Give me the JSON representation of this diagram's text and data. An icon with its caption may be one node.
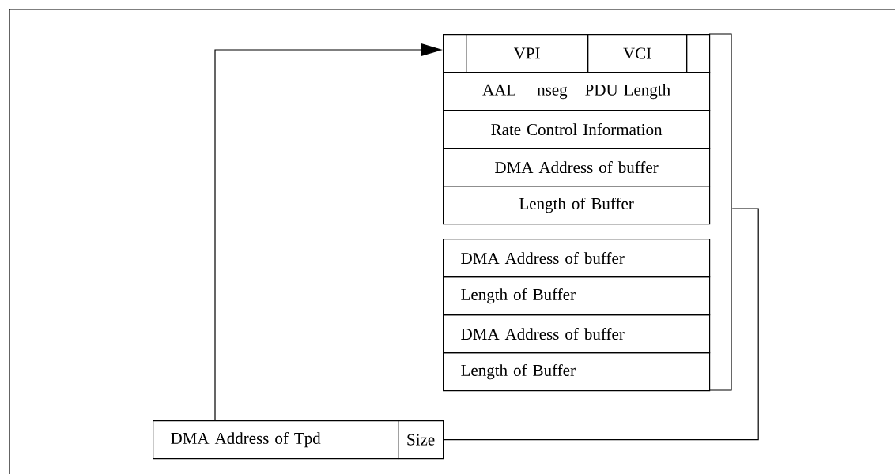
{
  "diagram": {
    "nodes": [
      {
        "text": [],
        "shape": "box"
      },
      {
        "text": [
          "VPI"
        ]
      },
      {
        "text": [
          "VCI"
        ]
      },
      {
        "text": [],
        "shape": "box"
      },
      {
        "text": [
          "AAL",
          "nseg",
          "PDU Length"
        ]
      },
      {
        "text": [
          "Rate Control Information"
        ]
      },
      {
        "text": [
          "DMA Address of buffer"
        ]
      },
      {
        "text": [
          "Length of Buffer"
        ]
      },
      {
        "text": [
          "DMA Address of buffer"
        ]
      },
      {
        "text": [
          "Length of Buffer"
        ]
      },
      {
        "text": [
          "DMA Address of buffer"
        ]
      },
      {
        "text": [
          "Length of Buffer"
        ]
      },
      {
        "text": [],
        "shape": "bar"
      },
      {
        "text": [
          "DMA Address of Tpd"
        ]
      },
      {
        "text": [
          "Size"
        ]
      }
    ],
    "edges": [
      {
        "from": 13,
        "to": 0,
        "arrow": "to"
      },
      {
        "from": 14,
        "to": 12,
        "arrow": "none"
      }
    ]
  }
}
